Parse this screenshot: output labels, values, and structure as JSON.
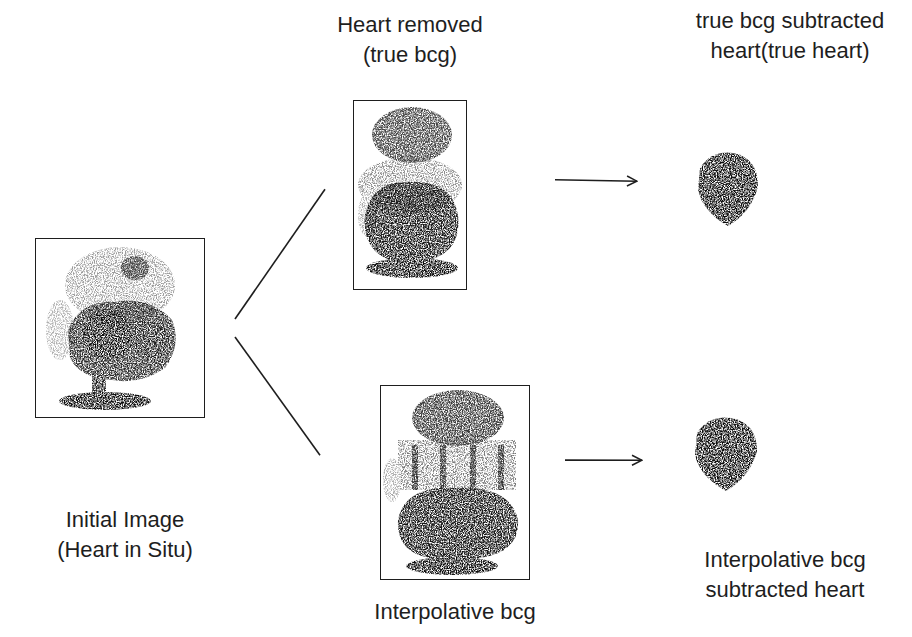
{
  "diagram": {
    "nodes": [
      {
        "text": [
          "Initial Image (Heart in Situ)"
        ]
      },
      {
        "text": [
          "Heart removed (true bcg)"
        ]
      },
      {
        "text": [
          "true bcg subtracted heart(true heart)"
        ]
      },
      {
        "text": [
          "Interpolative bcg"
        ]
      },
      {
        "text": [
          "Interpolative bcg subtracted heart"
        ]
      }
    ],
    "edges": [
      {
        "from": 0,
        "to": 1,
        "arrow": "none"
      },
      {
        "from": 0,
        "to": 3,
        "arrow": "none"
      },
      {
        "from": 1,
        "to": 2,
        "arrow": "to"
      },
      {
        "from": 3,
        "to": 4,
        "arrow": "to"
      }
    ]
  }
}
